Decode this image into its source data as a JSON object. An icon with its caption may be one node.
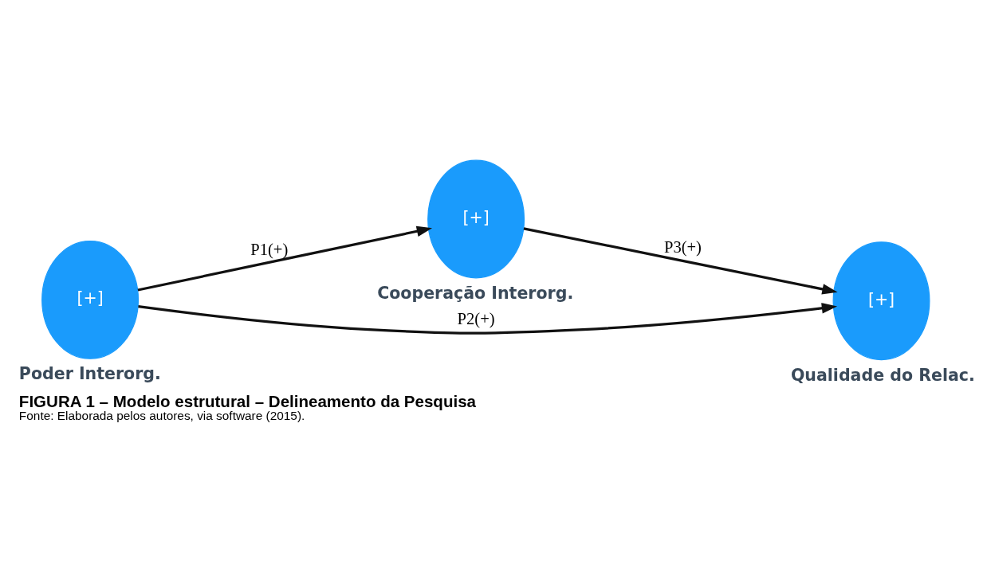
{
  "diagram": {
    "title": "FIGURA 1 – Modelo estrutural – Delineamento da Pesquisa",
    "caption": "Fonte: Elaborada pelos autores, via software (2015).",
    "nodes": [
      {
        "text": [
          "[+]"
        ],
        "beside": [
          "Cooperação Interorg."
        ]
      },
      {
        "text": [
          "[+]"
        ],
        "beside": [
          "Poder Interorg."
        ]
      },
      {
        "text": [
          "[+]"
        ],
        "beside": [
          "Qualidade do Relac."
        ]
      }
    ],
    "edges": [
      {
        "from": 1,
        "to": 0,
        "arrow": "to",
        "label": "P1(+)"
      },
      {
        "from": 1,
        "to": 2,
        "arrow": "to",
        "label": "P2(+)"
      },
      {
        "from": 0,
        "to": 2,
        "arrow": "to",
        "label": "P3(+)"
      }
    ]
  }
}
